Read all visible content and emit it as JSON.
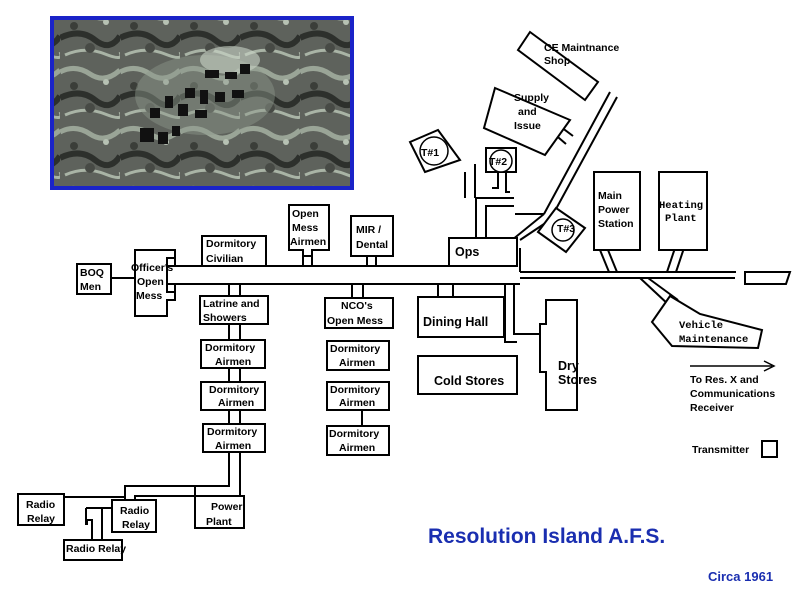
{
  "diagram": {
    "title": "Resolution Island A.F.S.",
    "date": "Circa 1961",
    "photo_icon": "aerial-photo",
    "colors": {
      "title": "#1a2eb0",
      "photo_frame": "#1a23c8",
      "line": "#000000"
    },
    "labels": {
      "ce_shop": [
        "CE Maintnance",
        "Shop"
      ],
      "supply": [
        "Supply",
        "and",
        "Issue"
      ],
      "t1": "T#1",
      "t2": "T#2",
      "t3": "T#3",
      "main_power": [
        "Main",
        "Power",
        "Station"
      ],
      "heating": [
        "Heating",
        "Plant"
      ],
      "ops": "Ops",
      "mir": [
        "MIR /",
        "Dental"
      ],
      "open_mess_airmen": [
        "Open",
        "Mess",
        "Airmen"
      ],
      "dorm_civilian": [
        "Dormitory",
        "Civilian"
      ],
      "officers_mess": [
        "Officer's",
        "Open",
        "Mess"
      ],
      "boq": [
        "BOQ",
        "Men"
      ],
      "latrine": [
        "Latrine and",
        "Showers"
      ],
      "dorm_a1": [
        "Dormitory",
        "Airmen"
      ],
      "dorm_a2": [
        "Dormitory",
        "Airmen"
      ],
      "dorm_a3": [
        "Dormitory",
        "Airmen"
      ],
      "nco_mess": [
        "NCO's",
        "Open Mess"
      ],
      "dorm_b1": [
        "Dormitory",
        "Airmen"
      ],
      "dorm_b2": [
        "Dormitory",
        "Airmen"
      ],
      "dorm_b3": [
        "Dormitory",
        "Airmen"
      ],
      "dining": "Dining Hall",
      "cold": "Cold Stores",
      "dry": [
        "Dry",
        "Stores"
      ],
      "vehicle": [
        "Vehicle",
        "Maintenance"
      ],
      "to_res": [
        "To Res. X and",
        "Communications",
        "Receiver"
      ],
      "transmitter": "Transmitter",
      "radio1": [
        "Radio",
        "Relay"
      ],
      "radio2": [
        "Radio",
        "Relay"
      ],
      "radio3": "Radio Relay",
      "power_plant": [
        "Power",
        "Plant"
      ]
    }
  }
}
